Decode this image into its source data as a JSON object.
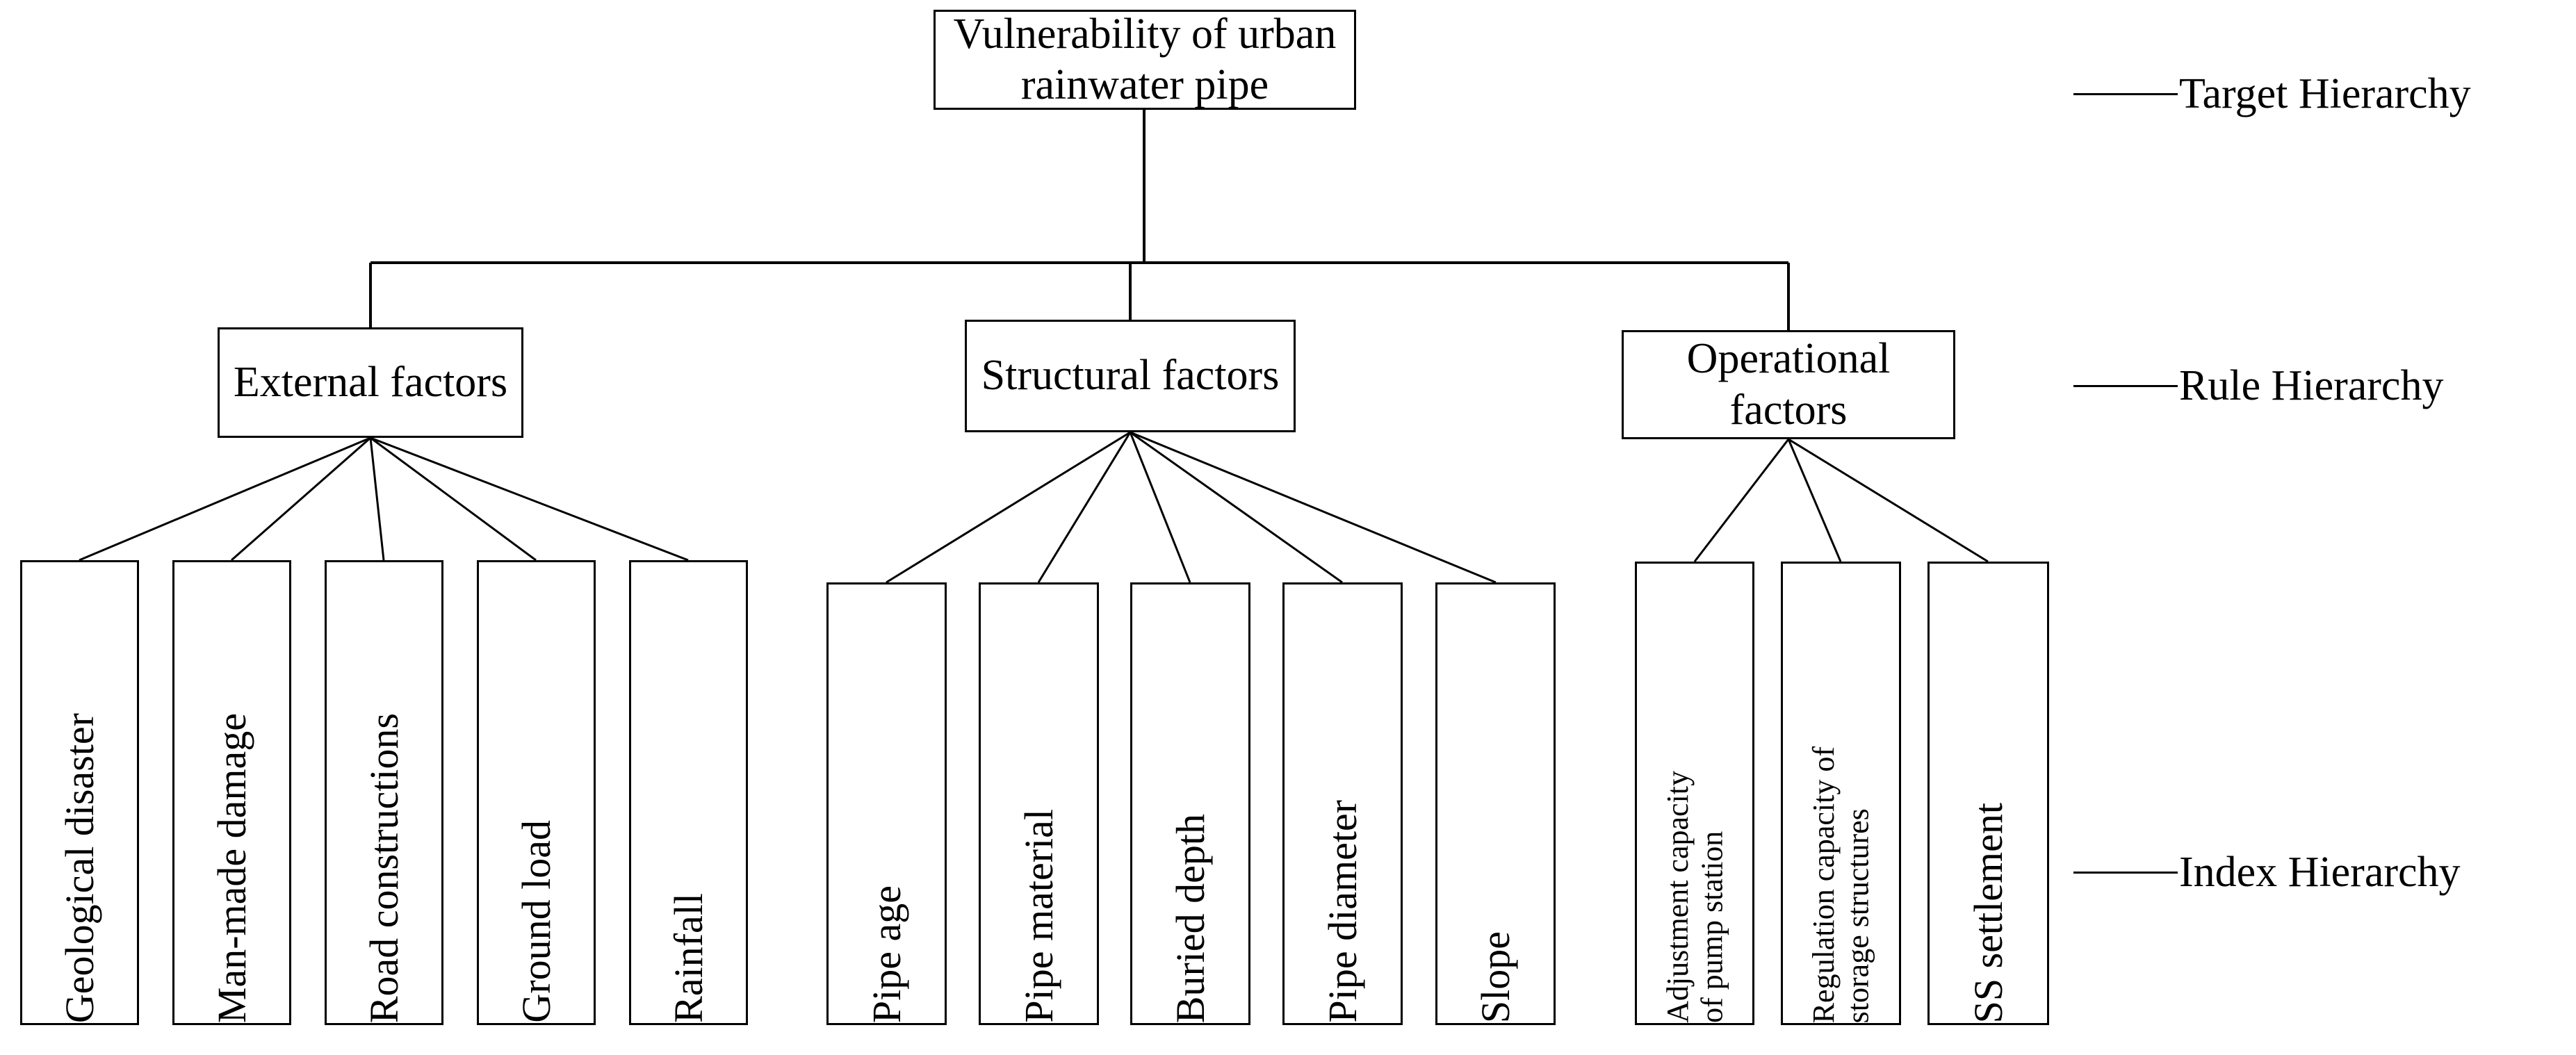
{
  "diagram": {
    "title_root": "Vulnerability of urban\nrainwater pipe",
    "levels": {
      "target": {
        "label": "Vulnerability of urban rainwater pipe",
        "text": "Vulnerability of urban\nrainwater pipe"
      },
      "rule": {
        "nodes": [
          {
            "label": "External factors"
          },
          {
            "label": "Structural factors"
          },
          {
            "label": "Operational factors"
          }
        ]
      },
      "index": {
        "external": [
          {
            "label": "Geological disaster"
          },
          {
            "label": "Man-made damage"
          },
          {
            "label": "Road constructions"
          },
          {
            "label": "Ground load"
          },
          {
            "label": "Rainfall"
          }
        ],
        "structural": [
          {
            "label": "Pipe age"
          },
          {
            "label": "Pipe material"
          },
          {
            "label": "Buried depth"
          },
          {
            "label": "Pipe diameter"
          },
          {
            "label": "Slope"
          }
        ],
        "operational": [
          {
            "label": "Adjustment capacity\nof pump station"
          },
          {
            "label": "Regulation capacity of\nstorage structures"
          },
          {
            "label": "SS settlement"
          }
        ]
      }
    }
  },
  "legend": {
    "items": [
      {
        "label": "Target Hierarchy"
      },
      {
        "label": "Rule Hierarchy"
      },
      {
        "label": "Index Hierarchy"
      }
    ]
  },
  "colors": {
    "stroke": "#000000",
    "background": "#ffffff",
    "text": "#000000"
  }
}
